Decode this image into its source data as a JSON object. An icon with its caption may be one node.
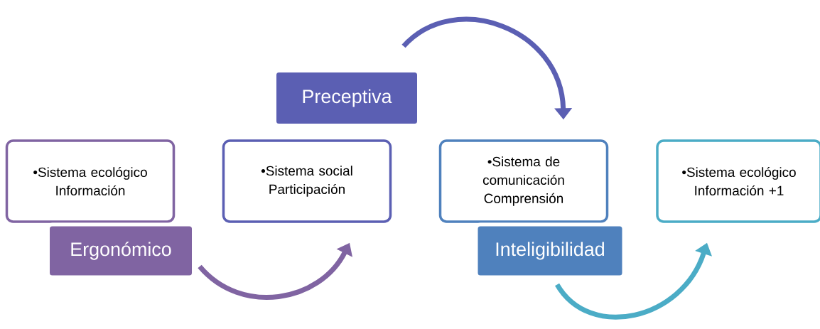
{
  "diagram": {
    "nodes": [
      {
        "text": [
          "•Sistema ecológico Información"
        ]
      },
      {
        "text": [
          "Ergonómico"
        ]
      },
      {
        "text": [
          "•Sistema social Participación"
        ]
      },
      {
        "text": [
          "Preceptiva"
        ]
      },
      {
        "text": [
          "•Sistema de comunicación Comprensión"
        ]
      },
      {
        "text": [
          "Inteligibilidad"
        ]
      },
      {
        "text": [
          "•Sistema ecológico Información +1"
        ]
      }
    ],
    "edges": [
      {
        "from": 1,
        "to": 2,
        "arrow": "to",
        "color": "#8064a2"
      },
      {
        "from": 3,
        "to": 4,
        "arrow": "to",
        "color": "#5b5fb3"
      },
      {
        "from": 5,
        "to": 6,
        "arrow": "to",
        "color": "#4bacc6"
      }
    ]
  }
}
